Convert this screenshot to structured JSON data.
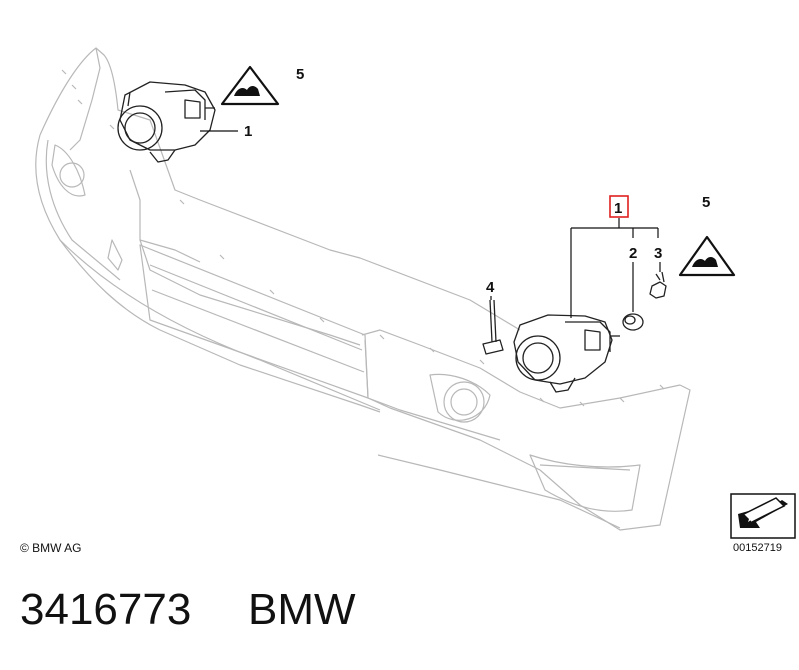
{
  "callouts": {
    "top_warning": "5",
    "top_foglight": "1",
    "boxed_foglight": "1",
    "bulb_socket": "2",
    "bulb": "3",
    "right_warning": "5",
    "screw": "4"
  },
  "footer": {
    "copyright": "© BMW AG",
    "diagram_number": "00152719",
    "part_number": "3416773",
    "brand": "BMW"
  },
  "colors": {
    "outline": "#b8b8b8",
    "ink": "#111111",
    "highlight_box": "#e02020"
  }
}
